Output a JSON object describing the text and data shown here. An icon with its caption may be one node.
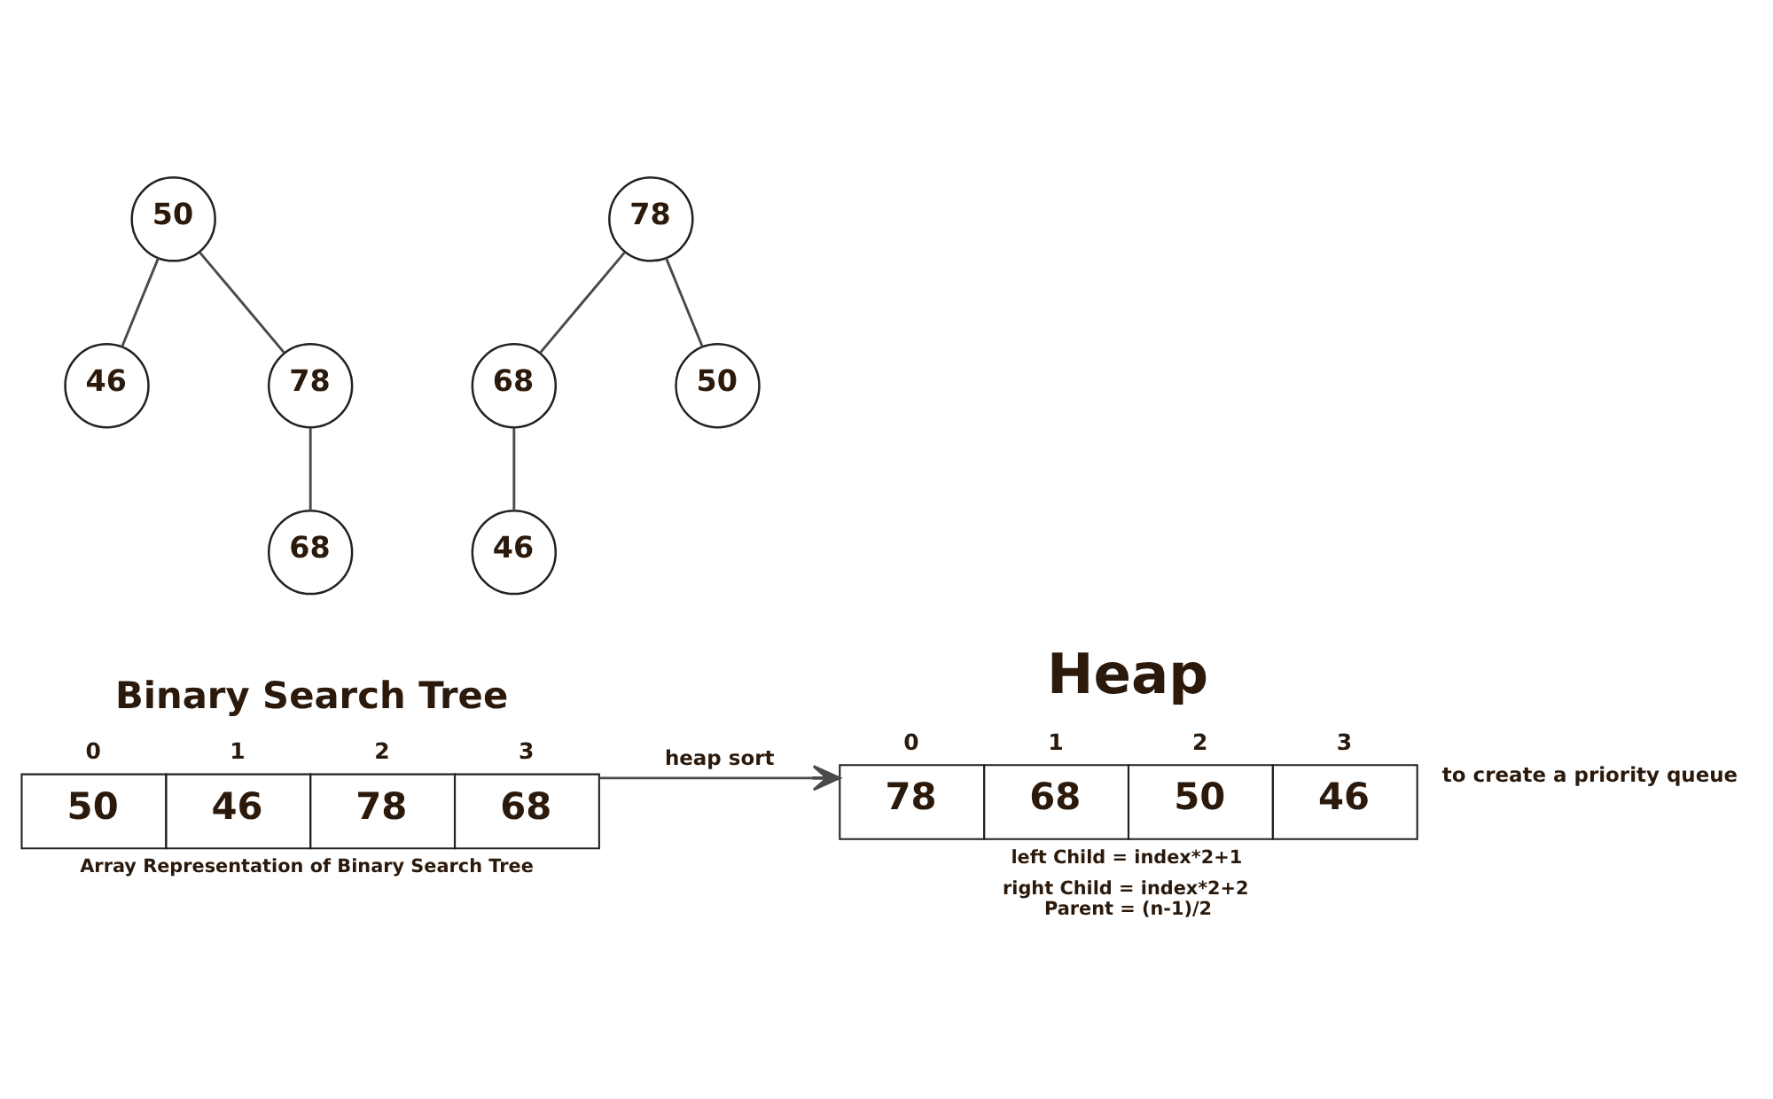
{
  "diagram": {
    "nodes": [
      {
        "text": [
          "50"
        ]
      },
      {
        "text": [
          "46"
        ]
      },
      {
        "text": [
          "78"
        ]
      },
      {
        "text": [
          "68"
        ]
      },
      {
        "text": [
          "78"
        ]
      },
      {
        "text": [
          "68"
        ]
      },
      {
        "text": [
          "50"
        ]
      },
      {
        "text": [
          "46"
        ]
      },
      {
        "text": [
          "50",
          "46",
          "78",
          "68"
        ],
        "beside": [
          "Binary Search Tree",
          "0",
          "1",
          "2",
          "3",
          "Array Representation of Binary Search Tree"
        ]
      },
      {
        "text": [
          "78",
          "68",
          "50",
          "46"
        ],
        "beside": [
          "Heap",
          "0",
          "1",
          "2",
          "3",
          "left Child = index*2+1",
          "right Child = index*2+2",
          "Parent = (n-1)/2"
        ]
      }
    ],
    "edges": [
      {
        "from": 0,
        "to": 1,
        "arrow": "none"
      },
      {
        "from": 0,
        "to": 2,
        "arrow": "none"
      },
      {
        "from": 2,
        "to": 3,
        "arrow": "none"
      },
      {
        "from": 4,
        "to": 5,
        "arrow": "none"
      },
      {
        "from": 4,
        "to": 6,
        "arrow": "none"
      },
      {
        "from": 5,
        "to": 7,
        "arrow": "none"
      },
      {
        "from": 8,
        "to": 9,
        "arrow": "to",
        "label": "heap sort"
      }
    ],
    "labels": [
      "to create a priority queue"
    ]
  }
}
